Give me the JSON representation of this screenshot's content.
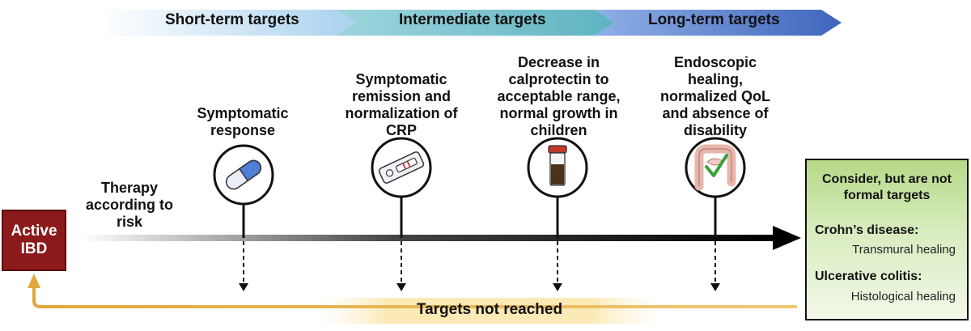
{
  "phases": [
    {
      "label": "Short-term targets"
    },
    {
      "label": "Intermediate targets"
    },
    {
      "label": "Long-term targets"
    }
  ],
  "start": {
    "label": "Active IBD"
  },
  "therapy": {
    "label": "Therapy according to risk"
  },
  "targets": [
    {
      "label": "Symptomatic response",
      "icon": "capsule-icon"
    },
    {
      "label": "Symptomatic remission and normalization of CRP",
      "icon": "test-strip-icon"
    },
    {
      "label": "Decrease in calprotectin to acceptable range, normal growth in children",
      "icon": "stool-sample-jar-icon"
    },
    {
      "label": "Endoscopic healing, normalized QoL and absence of disability",
      "icon": "healthy-colon-check-icon"
    }
  ],
  "consider": {
    "title": "Consider, but are not formal targets",
    "items": [
      {
        "condition": "Crohn’s disease:",
        "target": "Transmural healing"
      },
      {
        "condition": "Ulcerative colitis:",
        "target": "Histological healing"
      }
    ]
  },
  "feedback": {
    "label": "Targets not reached"
  },
  "colors": {
    "short_term": "#dbe9f6",
    "intermediate": "#7fc3cf",
    "long_term": "#5b7fc9",
    "active_ibd": "#8b1a1a",
    "feedback_arrow": "#e0a83a",
    "consider_box": "#c4e09e"
  }
}
